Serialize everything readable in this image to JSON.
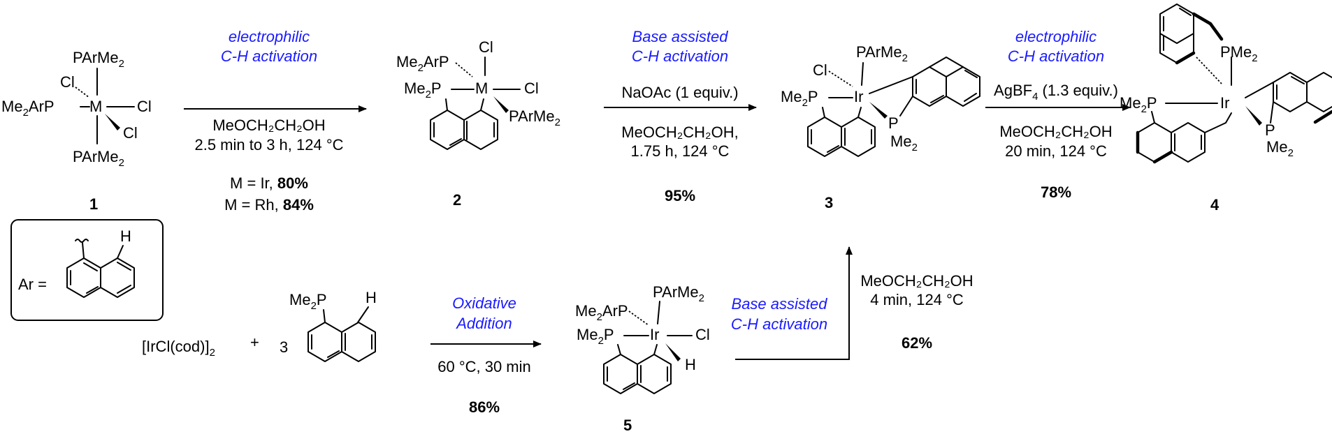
{
  "compounds": {
    "c1": {
      "number": "1",
      "ligand_top": "PArMe",
      "ligand_left": "Me",
      "ligand_left_rest": "ArP",
      "metal": "M",
      "cl_a": "Cl",
      "cl_b": "Cl",
      "cl_c": "Cl",
      "ligand_bottom": "PArMe",
      "sub2": "2"
    },
    "c2": {
      "number": "2",
      "cl_top": "Cl",
      "cl_right": "Cl",
      "ligand_upper_left": "Me",
      "ligand_upper_left_rest": "ArP",
      "ring_p": "Me",
      "ring_p_rest": "P",
      "metal": "M",
      "ligand_wedge": "PArMe",
      "sub2": "2"
    },
    "c3": {
      "number": "3",
      "ligand_top": "PArMe",
      "cl": "Cl",
      "ring_p": "Me",
      "ring_p_rest": "P",
      "metal": "Ir",
      "p_lower": "P",
      "p_lower_me": "Me",
      "sub2": "2"
    },
    "c4": {
      "number": "4",
      "ligand_top": "PMe",
      "ring_p": "Me",
      "ring_p_rest": "P",
      "metal": "Ir",
      "p_lower": "P",
      "p_lower_me": "Me",
      "sub2": "2"
    },
    "c5": {
      "number": "5",
      "ligand_top": "PArMe",
      "ligand_upper_left": "Me",
      "ligand_upper_left_rest": "ArP",
      "ring_p": "Me",
      "ring_p_rest": "P",
      "metal": "Ir",
      "cl": "Cl",
      "h": "H",
      "sub2": "2"
    }
  },
  "ar_definition": {
    "label": "Ar =",
    "h": "H"
  },
  "reactants": {
    "ircl_main": "[IrCl(cod)]",
    "ircl_sub": "2",
    "plus": "+",
    "coefficient": "3",
    "phosphine": "Me",
    "phosphine_sub": "2",
    "phosphine_rest": "P",
    "phosphine_h": "H"
  },
  "step1": {
    "type_line1": "electrophilic",
    "type_line2": "C-H activation",
    "solvent": "MeOCH₂CH₂OH",
    "conditions": "2.5 min to 3 h, 124 °C",
    "yield_ir_prefix": "M = Ir, ",
    "yield_ir": "80%",
    "yield_rh_prefix": "M = Rh, ",
    "yield_rh": "84%"
  },
  "step2": {
    "type_line1": "Base assisted",
    "type_line2": "C-H activation",
    "reagent": "NaOAc (1 equiv.)",
    "solvent": "MeOCH₂CH₂OH,",
    "conditions": "1.75 h, 124 °C",
    "yield": "95%"
  },
  "step3": {
    "type_line1": "electrophilic",
    "type_line2": "C-H activation",
    "reagent_main": "AgBF",
    "reagent_sub": "4",
    "reagent_rest": " (1.3 equiv.)",
    "solvent": "MeOCH₂CH₂OH",
    "conditions": "20 min, 124 °C",
    "yield": "78%"
  },
  "step4": {
    "type_line1": "Oxidative",
    "type_line2": "Addition",
    "conditions": "60 °C, 30 min",
    "yield": "86%"
  },
  "step5": {
    "type_line1": "Base assisted",
    "type_line2": "C-H activation",
    "solvent": "MeOCH₂CH₂OH",
    "conditions": "4 min, 124 °C",
    "yield": "62%"
  }
}
